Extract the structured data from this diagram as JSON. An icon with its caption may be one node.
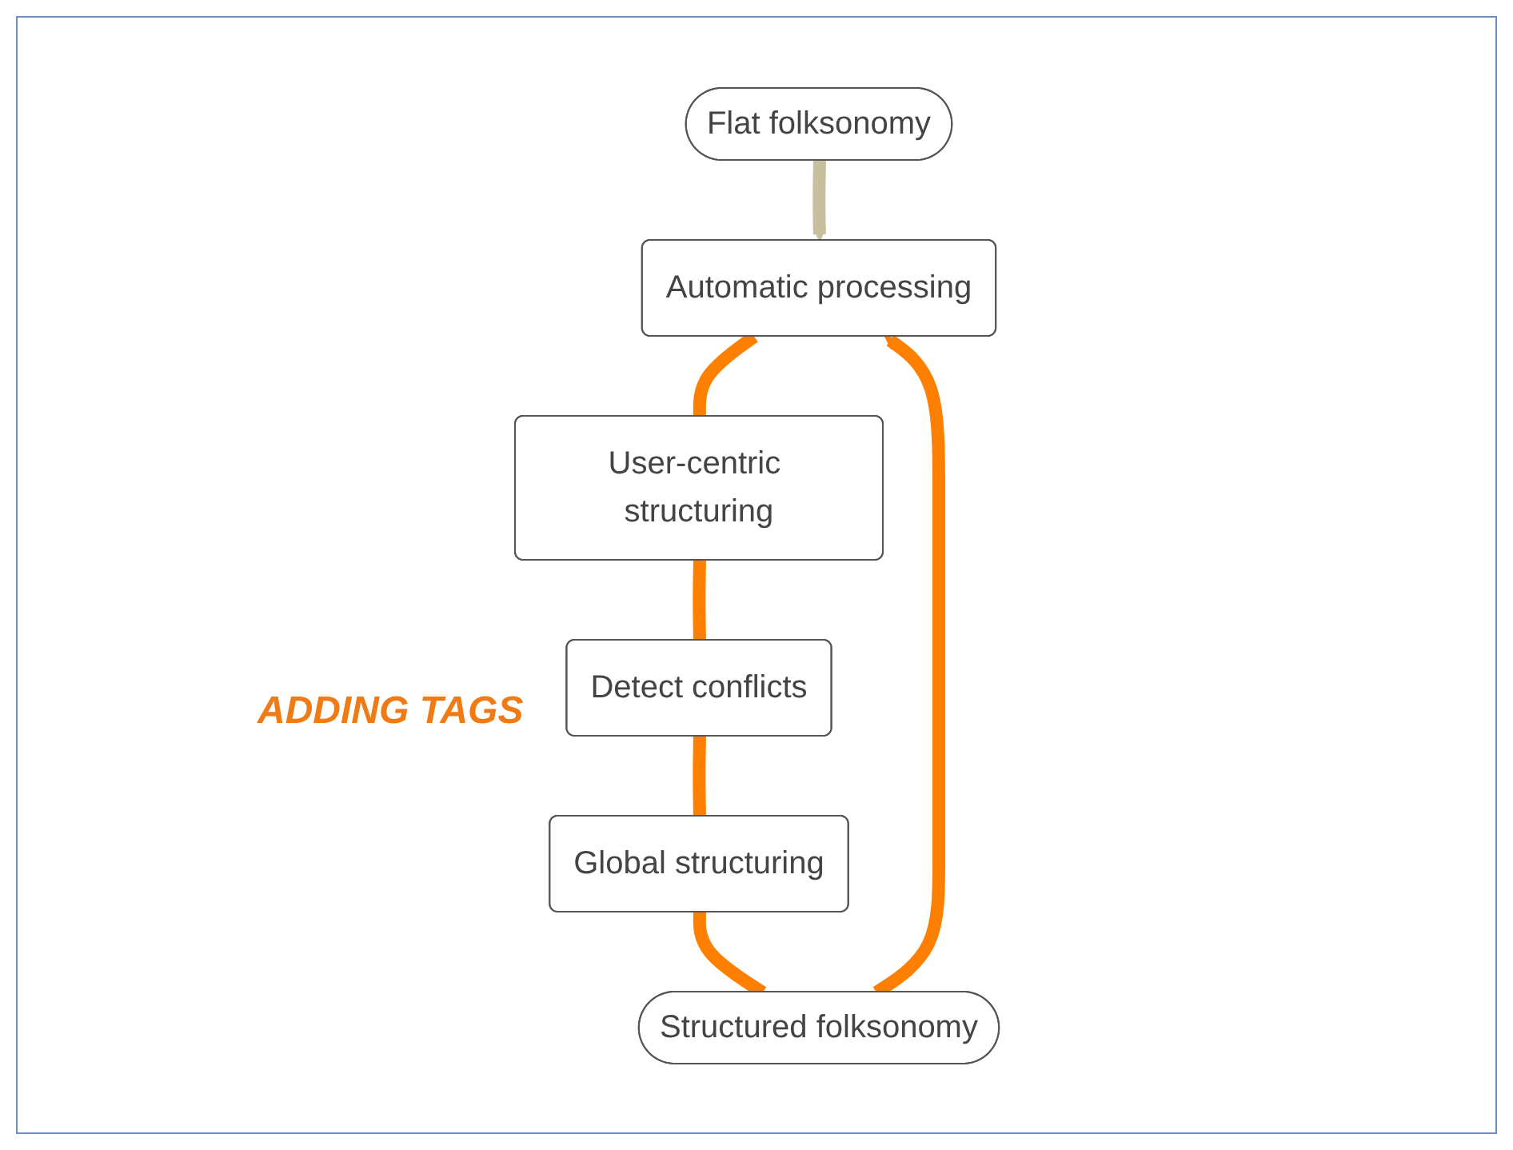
{
  "diagram": {
    "nodes": [
      {
        "text": [
          "Flat folksonomy"
        ]
      },
      {
        "text": [
          "Automatic processing"
        ]
      },
      {
        "text": [
          "User-centric structuring"
        ]
      },
      {
        "text": [
          "Detect conflicts"
        ]
      },
      {
        "text": [
          "Global structuring"
        ]
      },
      {
        "text": [
          "Structured folksonomy"
        ]
      }
    ],
    "edges": [
      {
        "from": 0,
        "to": 1,
        "arrow": "to",
        "color": "#c8bf9f"
      },
      {
        "from": 1,
        "to": 2,
        "arrow": "none"
      },
      {
        "from": 2,
        "to": 3,
        "arrow": "none"
      },
      {
        "from": 3,
        "to": 4,
        "arrow": "none"
      },
      {
        "from": 4,
        "to": 5,
        "arrow": "none"
      },
      {
        "from": 5,
        "to": 1,
        "arrow": "to"
      }
    ],
    "labels": [
      "ADDING TAGS"
    ]
  }
}
